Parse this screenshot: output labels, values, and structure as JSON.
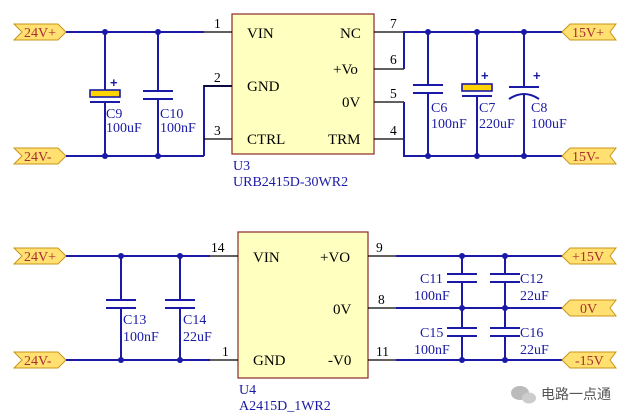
{
  "u3": {
    "designator": "U3",
    "part": "URB2415D-30WR2",
    "pins_left": [
      {
        "num": "1",
        "name": "VIN"
      },
      {
        "num": "2",
        "name": "GND"
      },
      {
        "num": "3",
        "name": "CTRL"
      }
    ],
    "pins_right": [
      {
        "num": "7",
        "name": "NC"
      },
      {
        "num": "6",
        "name": "+Vo"
      },
      {
        "num": "5",
        "name": "0V"
      },
      {
        "num": "4",
        "name": "TRM"
      }
    ]
  },
  "u4": {
    "designator": "U4",
    "part": "A2415D_1WR2",
    "pins_left": [
      {
        "num": "14",
        "name": "VIN"
      },
      {
        "num": "1",
        "name": "GND"
      }
    ],
    "pins_right": [
      {
        "num": "9",
        "name": "+VO"
      },
      {
        "num": "8",
        "name": "0V"
      },
      {
        "num": "11",
        "name": "-V0"
      }
    ]
  },
  "ports": {
    "top_in_pos": "24V+",
    "top_in_neg": "24V-",
    "top_out_pos": "15V+",
    "top_out_neg": "15V-",
    "bot_in_pos": "24V+",
    "bot_in_neg": "24V-",
    "bot_out_pos": "+15V",
    "bot_out_zero": "0V",
    "bot_out_neg": "-15V"
  },
  "caps": {
    "c9": {
      "ref": "C9",
      "val": "100uF"
    },
    "c10": {
      "ref": "C10",
      "val": "100nF"
    },
    "c6": {
      "ref": "C6",
      "val": "100nF"
    },
    "c7": {
      "ref": "C7",
      "val": "220uF"
    },
    "c8": {
      "ref": "C8",
      "val": "100uF"
    },
    "c13": {
      "ref": "C13",
      "val": "100nF"
    },
    "c14": {
      "ref": "C14",
      "val": "22uF"
    },
    "c11": {
      "ref": "C11",
      "val": "100nF"
    },
    "c12": {
      "ref": "C12",
      "val": "22uF"
    },
    "c15": {
      "ref": "C15",
      "val": "100nF"
    },
    "c16": {
      "ref": "C16",
      "val": "22uF"
    }
  },
  "watermark": "电路一点通",
  "colors": {
    "wire": "#1a1aa6",
    "chip_fill": "#ffffc0",
    "port_fill": "#ffe070",
    "port_text": "#a83030"
  }
}
